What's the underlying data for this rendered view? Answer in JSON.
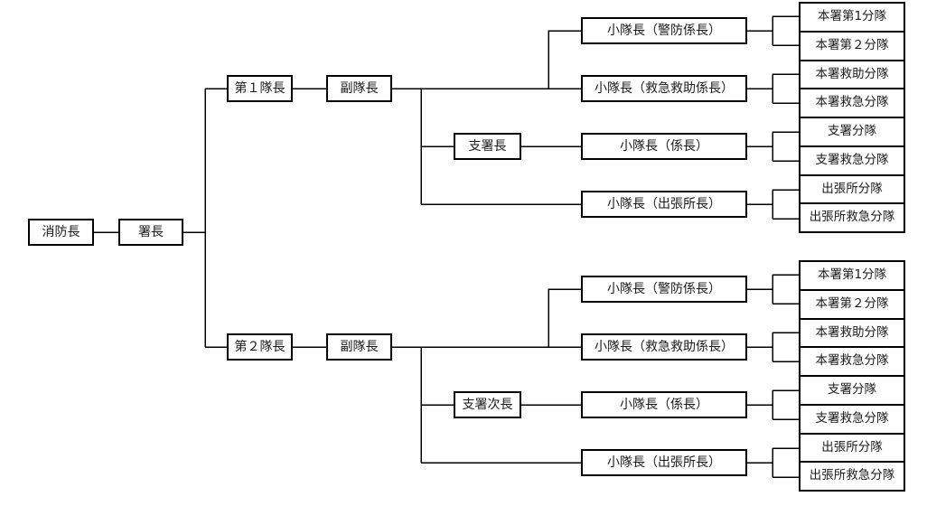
{
  "org_chart": {
    "fire_chief": "消防長",
    "station_chief": "署長",
    "sections": [
      {
        "leader": "第１隊長",
        "deputy": "副隊長",
        "branch_head": "支署長",
        "platoons": [
          "小隊長（警防係長）",
          "小隊長（救急救助係長）",
          "小隊長（係長）",
          "小隊長（出張所長）"
        ],
        "squads": [
          "本署第1分隊",
          "本署第２分隊",
          "本署救助分隊",
          "本署救急分隊",
          "支署分隊",
          "支署救急分隊",
          "出張所分隊",
          "出張所救急分隊"
        ]
      },
      {
        "leader": "第２隊長",
        "deputy": "副隊長",
        "branch_head": "支署次長",
        "platoons": [
          "小隊長（警防係長）",
          "小隊長（救急救助係長）",
          "小隊長（係長）",
          "小隊長（出張所長）"
        ],
        "squads": [
          "本署第1分隊",
          "本署第２分隊",
          "本署救助分隊",
          "本署救急分隊",
          "支署分隊",
          "支署救急分隊",
          "出張所分隊",
          "出張所救急分隊"
        ]
      }
    ]
  }
}
